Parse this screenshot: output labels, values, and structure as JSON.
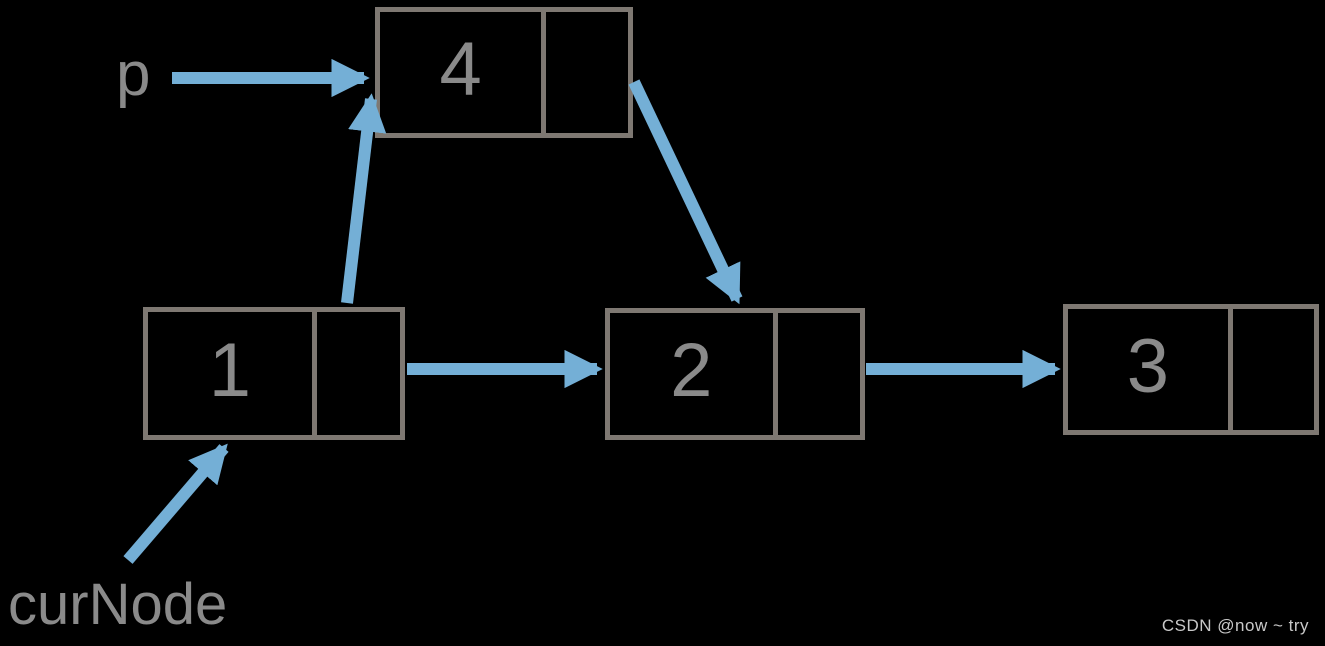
{
  "diagram": {
    "title": "singly-linked-list insertion diagram",
    "pointers": [
      {
        "id": "p",
        "label": "p"
      },
      {
        "id": "curNode",
        "label": "curNode"
      }
    ],
    "nodes": [
      {
        "id": "node-4",
        "value": "4"
      },
      {
        "id": "node-1",
        "value": "1"
      },
      {
        "id": "node-2",
        "value": "2"
      },
      {
        "id": "node-3",
        "value": "3"
      }
    ],
    "arrows": [
      {
        "name": "p-arrow",
        "from": "p label",
        "to": "node 4 left edge"
      },
      {
        "name": "node1-next-to-node4-arrow",
        "from": "node 1 next cell",
        "to": "node 4 bottom-left"
      },
      {
        "name": "node4-next-to-node2-arrow",
        "from": "node 4 next cell",
        "to": "node 2 top edge"
      },
      {
        "name": "node1-to-node2-arrow",
        "from": "node 1 next cell",
        "to": "node 2 left edge"
      },
      {
        "name": "node2-to-node3-arrow",
        "from": "node 2 next cell",
        "to": "node 3 left edge"
      },
      {
        "name": "curnode-arrow",
        "from": "curNode label",
        "to": "node 1 bottom edge"
      }
    ],
    "watermark": "CSDN @now ~ try"
  },
  "colors": {
    "accent": "#74afd6",
    "border": "#7e7872",
    "digit": "#8a8a8a",
    "label": "#8a8a8a",
    "watermark": "#c9c9c9",
    "bg": "#000000"
  }
}
